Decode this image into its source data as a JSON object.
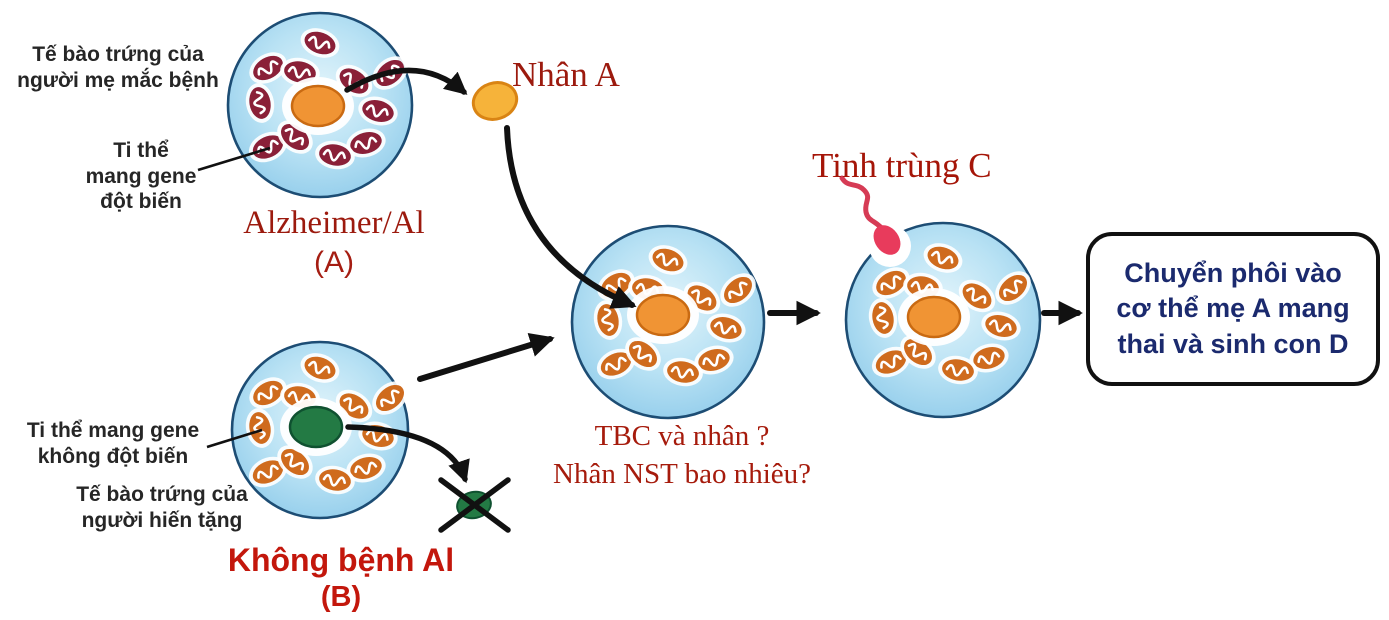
{
  "labels": {
    "egg_a_caption": "Tế bào trứng của\nngười mẹ mắc bệnh",
    "mito_a_caption": "Ti thể\nmang gene\nđột biến",
    "cell_a_name": "Alzheimer/Al",
    "cell_a_letter": "(A)",
    "nucleus_a": "Nhân A",
    "mito_b_caption": "Ti thể mang gene\nkhông đột biến",
    "egg_b_caption": "Tế bào trứng của\nngười hiến tặng",
    "cell_b_name": "Không bệnh Al",
    "cell_b_letter": "(B)",
    "recon_question": "TBC và nhân ?\nNhân NST bao nhiêu?",
    "sperm_label": "Tinh trùng C",
    "outcome": "Chuyển phôi vào\ncơ thể mẹ A mang\nthai và sinh con D"
  },
  "cells": [
    {
      "id": "egg-a",
      "name": "diseased-mother-egg-cell",
      "mito": "mutated",
      "nucleus": "orange"
    },
    {
      "id": "egg-b",
      "name": "donor-egg-cell",
      "mito": "normal",
      "nucleus": "green"
    },
    {
      "id": "reconstructed",
      "name": "reconstructed-egg-cell",
      "mito": "normal",
      "nucleus": "orange"
    },
    {
      "id": "fertilized",
      "name": "fertilized-egg-cell",
      "mito": "normal",
      "nucleus": "orange"
    }
  ],
  "colors": {
    "cell_border": "#1d4d74",
    "cell_fill_center": "#e2f4fb",
    "cell_fill_mid": "#b9e2f4",
    "cell_fill_edge": "#93cdeb",
    "mito_mutated": "#8a2038",
    "mito_normal": "#cf6b1d",
    "nucleus_orange": "#f09434",
    "nucleus_orange_border": "#c96a12",
    "nucleus_green": "#237a44",
    "nucleus_green_border": "#0f5130",
    "isolated_nucleus": "#f6b33a",
    "isolated_nucleus_border": "#d98414",
    "sperm": "#e83b5c",
    "sperm_tail": "#d63b55",
    "arrow": "#111111",
    "label_red_dark": "#9c1a0e",
    "label_red_bright": "#c3170c",
    "label_gray": "#262626",
    "box_text": "#1b2a6e",
    "box_border": "#111111"
  }
}
